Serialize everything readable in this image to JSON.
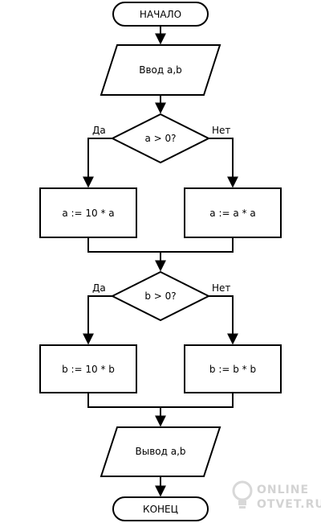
{
  "flowchart": {
    "start_label": "НАЧАЛО",
    "input_label": "Ввод a,b",
    "decision1": {
      "condition": "a > 0?",
      "yes_label": "Да",
      "no_label": "Нет"
    },
    "process_a_yes": "a := 10 * a",
    "process_a_no": "a := a * a",
    "decision2": {
      "condition": "b > 0?",
      "yes_label": "Да",
      "no_label": "Нет"
    },
    "process_b_yes": "b := 10 * b",
    "process_b_no": "b := b * b",
    "output_label": "Вывод a,b",
    "end_label": "КОНЕЦ"
  },
  "watermark": {
    "line1": "ONLINE",
    "line2": "OTVET.RU",
    "icon": "lightbulb-icon"
  }
}
